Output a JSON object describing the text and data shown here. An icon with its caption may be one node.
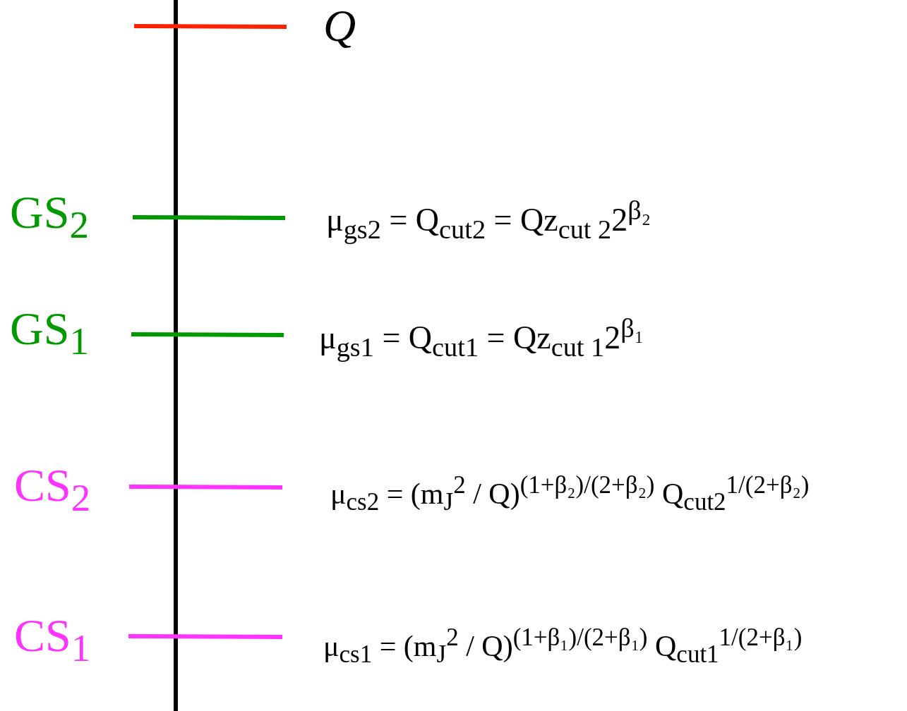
{
  "diagram": {
    "labels": [
      "Q",
      "GS$_{2}$",
      "μ$_{gs2}$ = Q$_{cut2}$ = Qz$_{cut 2}$2$^{β₂}$",
      "GS$_{1}$",
      "μ$_{gs1}$ = Q$_{cut1}$ = Qz$_{cut 1}$2$^{β₁}$",
      "CS$_{2}$",
      "μ$_{cs2}$ = (m$_{J}$$^{2}$ / Q)$^{(1+β₂)/(2+β₂)}$ Q$_{cut2}$$^{1/(2+β₂)}$",
      "CS$_{1}$",
      "μ$_{cs1}$ = (m$_{J}$$^{2}$ / Q)$^{(1+β₁)/(2+β₁)}$ Q$_{cut1}$$^{1/(2+β₁)}$"
    ]
  }
}
